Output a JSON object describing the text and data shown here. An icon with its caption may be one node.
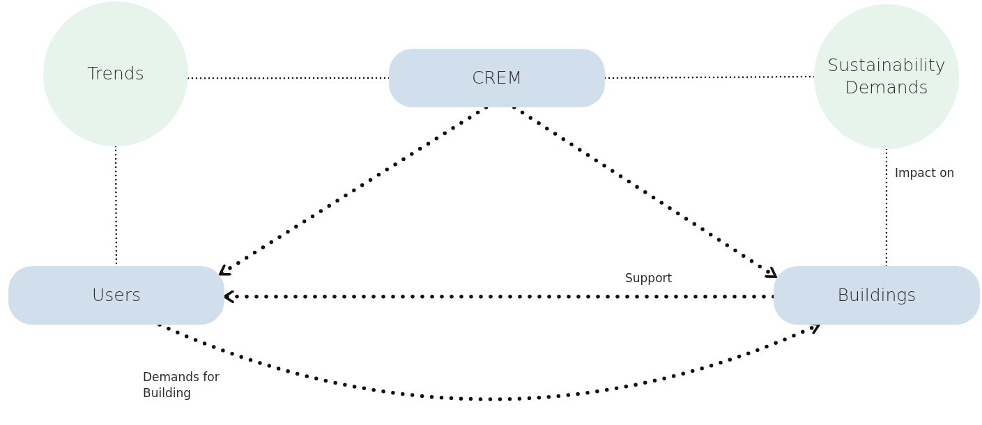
{
  "diagram": {
    "nodes": [
      {
        "text": [
          "Trends"
        ]
      },
      {
        "text": [
          "CREM"
        ]
      },
      {
        "text": [
          "Sustainability Demands"
        ]
      },
      {
        "text": [
          "Users"
        ]
      },
      {
        "text": [
          "Buildings"
        ]
      }
    ],
    "edges": [
      {
        "from": 0,
        "to": 1,
        "arrow": "none"
      },
      {
        "from": 1,
        "to": 2,
        "arrow": "none"
      },
      {
        "from": 0,
        "to": 3,
        "arrow": "none"
      },
      {
        "from": 2,
        "to": 4,
        "arrow": "none",
        "label": "Impact on"
      },
      {
        "from": 1,
        "to": 3,
        "arrow": "to",
        "style": "dashed"
      },
      {
        "from": 1,
        "to": 4,
        "arrow": "to",
        "style": "dashed"
      },
      {
        "from": 4,
        "to": 3,
        "arrow": "to",
        "style": "dashed",
        "label": "Support"
      },
      {
        "from": 3,
        "to": 4,
        "arrow": "to",
        "style": "dashed",
        "label": "Demands for Building"
      }
    ]
  }
}
